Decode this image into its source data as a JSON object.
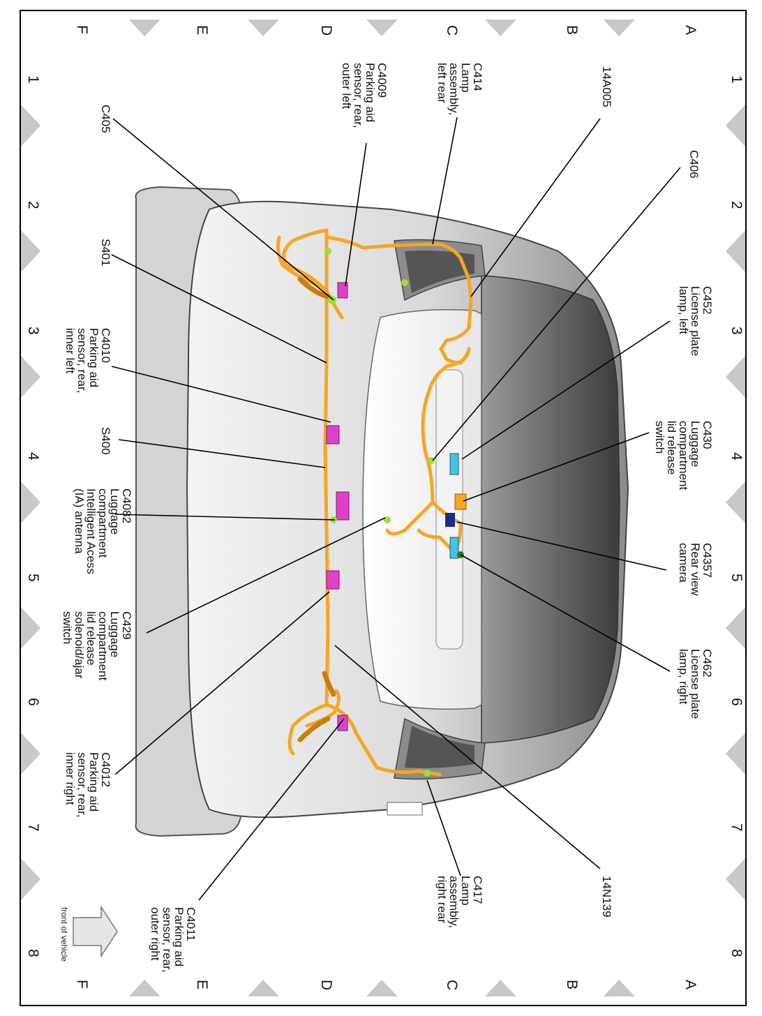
{
  "grid": {
    "rows_left": [
      "A",
      "B",
      "C",
      "D",
      "E",
      "F"
    ],
    "cols": [
      "1",
      "2",
      "3",
      "4",
      "5",
      "6",
      "7",
      "8"
    ]
  },
  "callouts": [
    {
      "id": "14A005",
      "label": "14A005"
    },
    {
      "id": "C406",
      "label": "C406"
    },
    {
      "id": "C452",
      "label": "C452\nLicense plate\nlamp, left"
    },
    {
      "id": "C430",
      "label": "C430\nLuggage\ncompartment\nlid release\nswitch"
    },
    {
      "id": "C4357",
      "label": "C4357\nRear view\ncamera"
    },
    {
      "id": "C462",
      "label": "C462\nLicense plate\nlamp, right"
    },
    {
      "id": "14N139",
      "label": "14N139"
    },
    {
      "id": "C417",
      "label": "C417\nLamp\nassembly,\nright rear"
    },
    {
      "id": "C4011",
      "label": "C4011\nParking aid\nsensor, rear,\nouter right"
    },
    {
      "id": "C414",
      "label": "C414\nLamp\nassembly,\nleft rear"
    },
    {
      "id": "C4009",
      "label": "C4009\nParking aid\nsensor, rear,\nouter left"
    },
    {
      "id": "C405",
      "label": "C405"
    },
    {
      "id": "S401",
      "label": "S401"
    },
    {
      "id": "C4010",
      "label": "C4010\nParking aid\nsensor, rear,\ninner left"
    },
    {
      "id": "S400",
      "label": "S400"
    },
    {
      "id": "C4082",
      "label": "C4082\nLuggage\ncompartment\nIntelligent Acess\n(IA) antenna"
    },
    {
      "id": "C429",
      "label": "C429\nLuggage\ncompartment\nlid release\nsolenoid/ajar\nswitch"
    },
    {
      "id": "C4012",
      "label": "C4012\nParking aid\nsensor, rear,\ninner right"
    }
  ],
  "front_indicator": {
    "label": "front of vehicle",
    "icon": "arrow-right-icon"
  },
  "colors": {
    "harness": "#f5a623",
    "harness_dark": "#c97d0a",
    "connector_magenta": "#e040c8",
    "connector_green": "#9be036",
    "connector_cyan": "#3fc4e8",
    "connector_navy": "#1a2a8c",
    "body_light": "#e8e8e8",
    "body_dark": "#6a6a6a",
    "notch": "#c8c8c8"
  }
}
